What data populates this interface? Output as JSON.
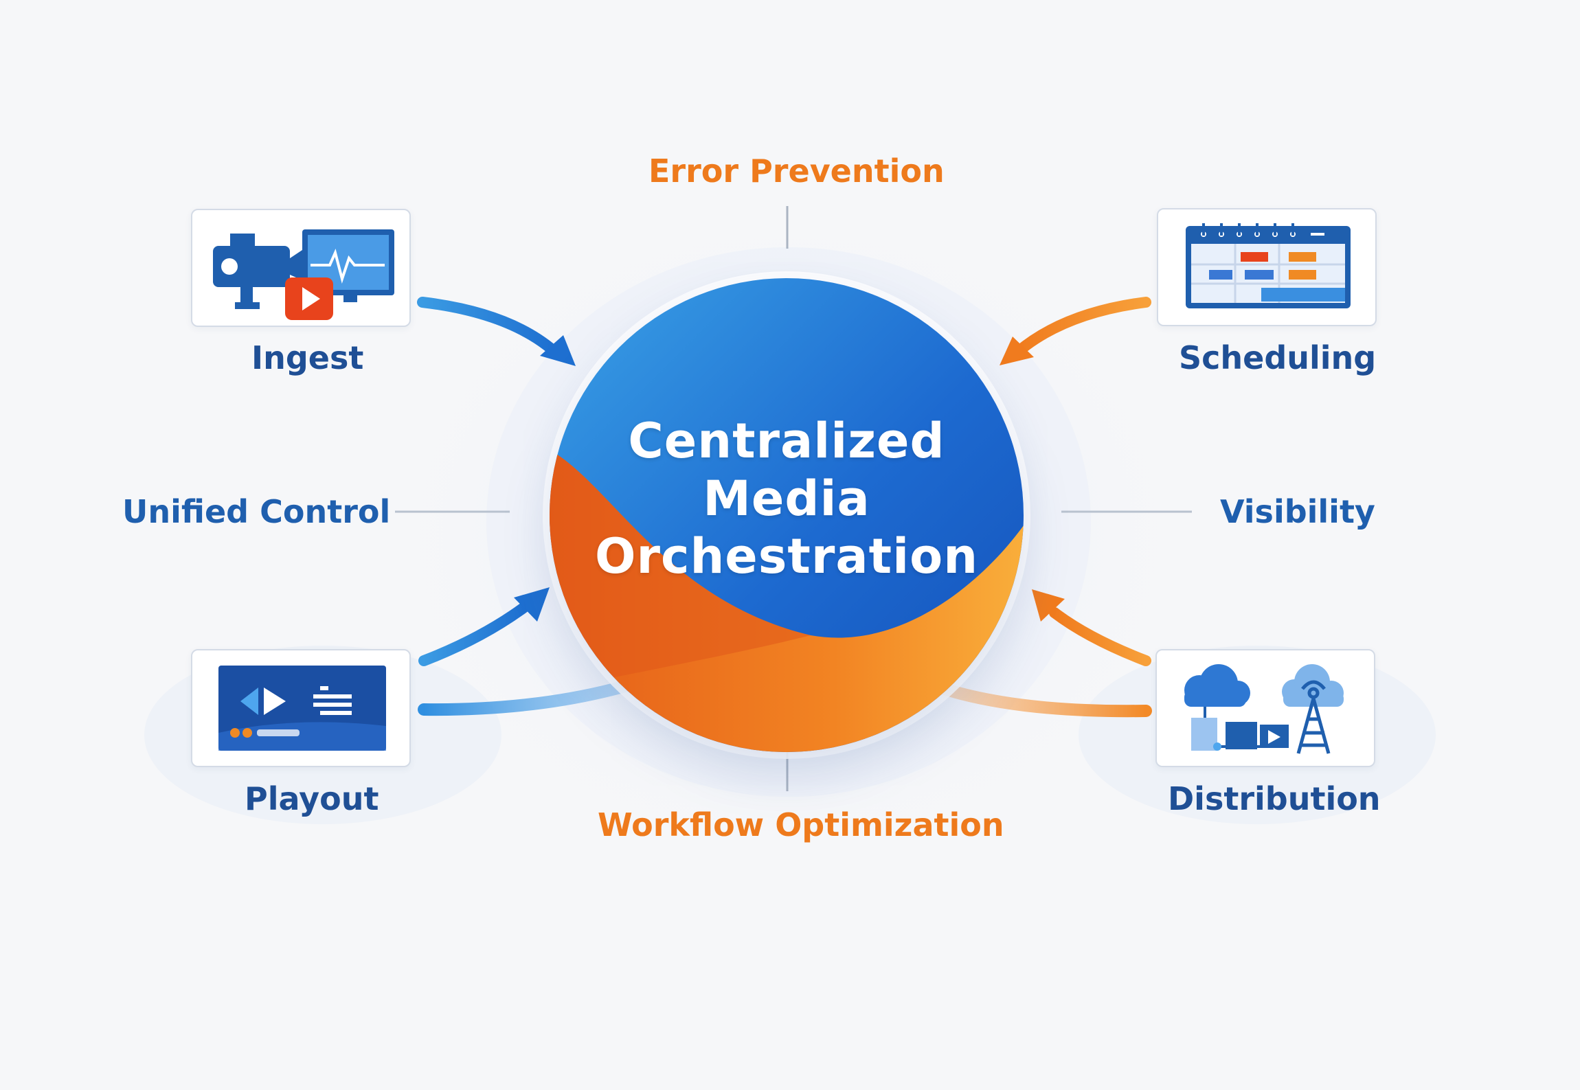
{
  "hub": {
    "title_lines": [
      "Centralized",
      "Media",
      "Orchestration"
    ]
  },
  "aspects": {
    "top": "Error Prevention",
    "bottom": "Workflow Optimization",
    "left": "Unified Control",
    "right": "Visibility"
  },
  "nodes": {
    "ingest": {
      "label": "Ingest",
      "icon": "camera-monitor-play-icon"
    },
    "scheduling": {
      "label": "Scheduling",
      "icon": "calendar-schedule-icon"
    },
    "playout": {
      "label": "Playout",
      "icon": "playout-screen-icon"
    },
    "distribution": {
      "label": "Distribution",
      "icon": "cloud-tower-icon"
    }
  },
  "colors": {
    "blue": "#1f63c6",
    "light_blue": "#3aa1e6",
    "orange": "#f07b1e",
    "dark_orange": "#e35d16",
    "label_blue": "#1f4f95",
    "aspect_orange": "#ee7a1c"
  }
}
